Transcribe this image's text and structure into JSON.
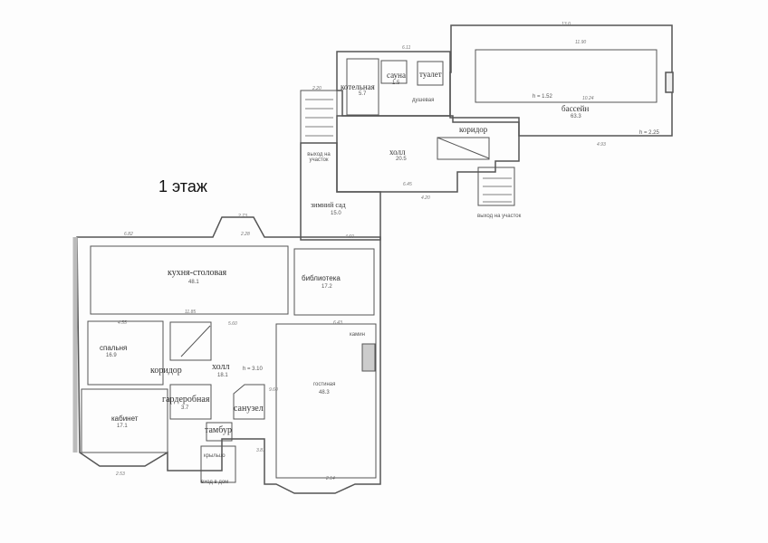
{
  "title": "1 этаж",
  "rooms": {
    "kitchen": {
      "name": "кухня-столовая",
      "area": "48.1"
    },
    "library": {
      "name": "библиотека",
      "area": "17.2"
    },
    "bedroom": {
      "name": "спальня",
      "area": "16.9"
    },
    "corridor_main": {
      "name": "коридор"
    },
    "hall_main": {
      "name": "холл",
      "area": "18.1",
      "height": "h = 3.10"
    },
    "wardrobe": {
      "name": "гардеробная",
      "area": "3.7"
    },
    "bathroom": {
      "name": "санузел"
    },
    "study": {
      "name": "кабинет",
      "area": "17.1"
    },
    "vestibule": {
      "name": "тамбур"
    },
    "porch": {
      "name": "крыльцо"
    },
    "entrance": {
      "name": "вход в дом"
    },
    "living": {
      "name": "гостиная",
      "area": "48.3"
    },
    "fireplace": {
      "name": "камин"
    },
    "winter_garden": {
      "name": "зимний сад",
      "area": "15.0"
    },
    "exit_left": {
      "name": "выход на участок"
    },
    "hall_upper": {
      "name": "холл",
      "area": "20.5"
    },
    "boiler": {
      "name": "котельная",
      "area": "5.7"
    },
    "sauna": {
      "name": "сауна",
      "area": "1.5"
    },
    "toilet": {
      "name": "туалет"
    },
    "shower": {
      "name": "душевая"
    },
    "corridor_upper": {
      "name": "коридор"
    },
    "pool": {
      "name": "бассейн",
      "area": "63.3",
      "depth1": "h = 1.52",
      "depth2": "h = 2.25"
    },
    "exit_right": {
      "name": "выход на участок"
    }
  },
  "dimensions": [
    "13.0",
    "11.90",
    "6.11",
    "10.24",
    "4.93",
    "2.20",
    "6.45",
    "4.20",
    "6.82",
    "2.73",
    "2.28",
    "4.60",
    "11.85",
    "5.60",
    "6.43",
    "2.53",
    "2.14",
    "3.81",
    "9.60",
    "4.55"
  ]
}
